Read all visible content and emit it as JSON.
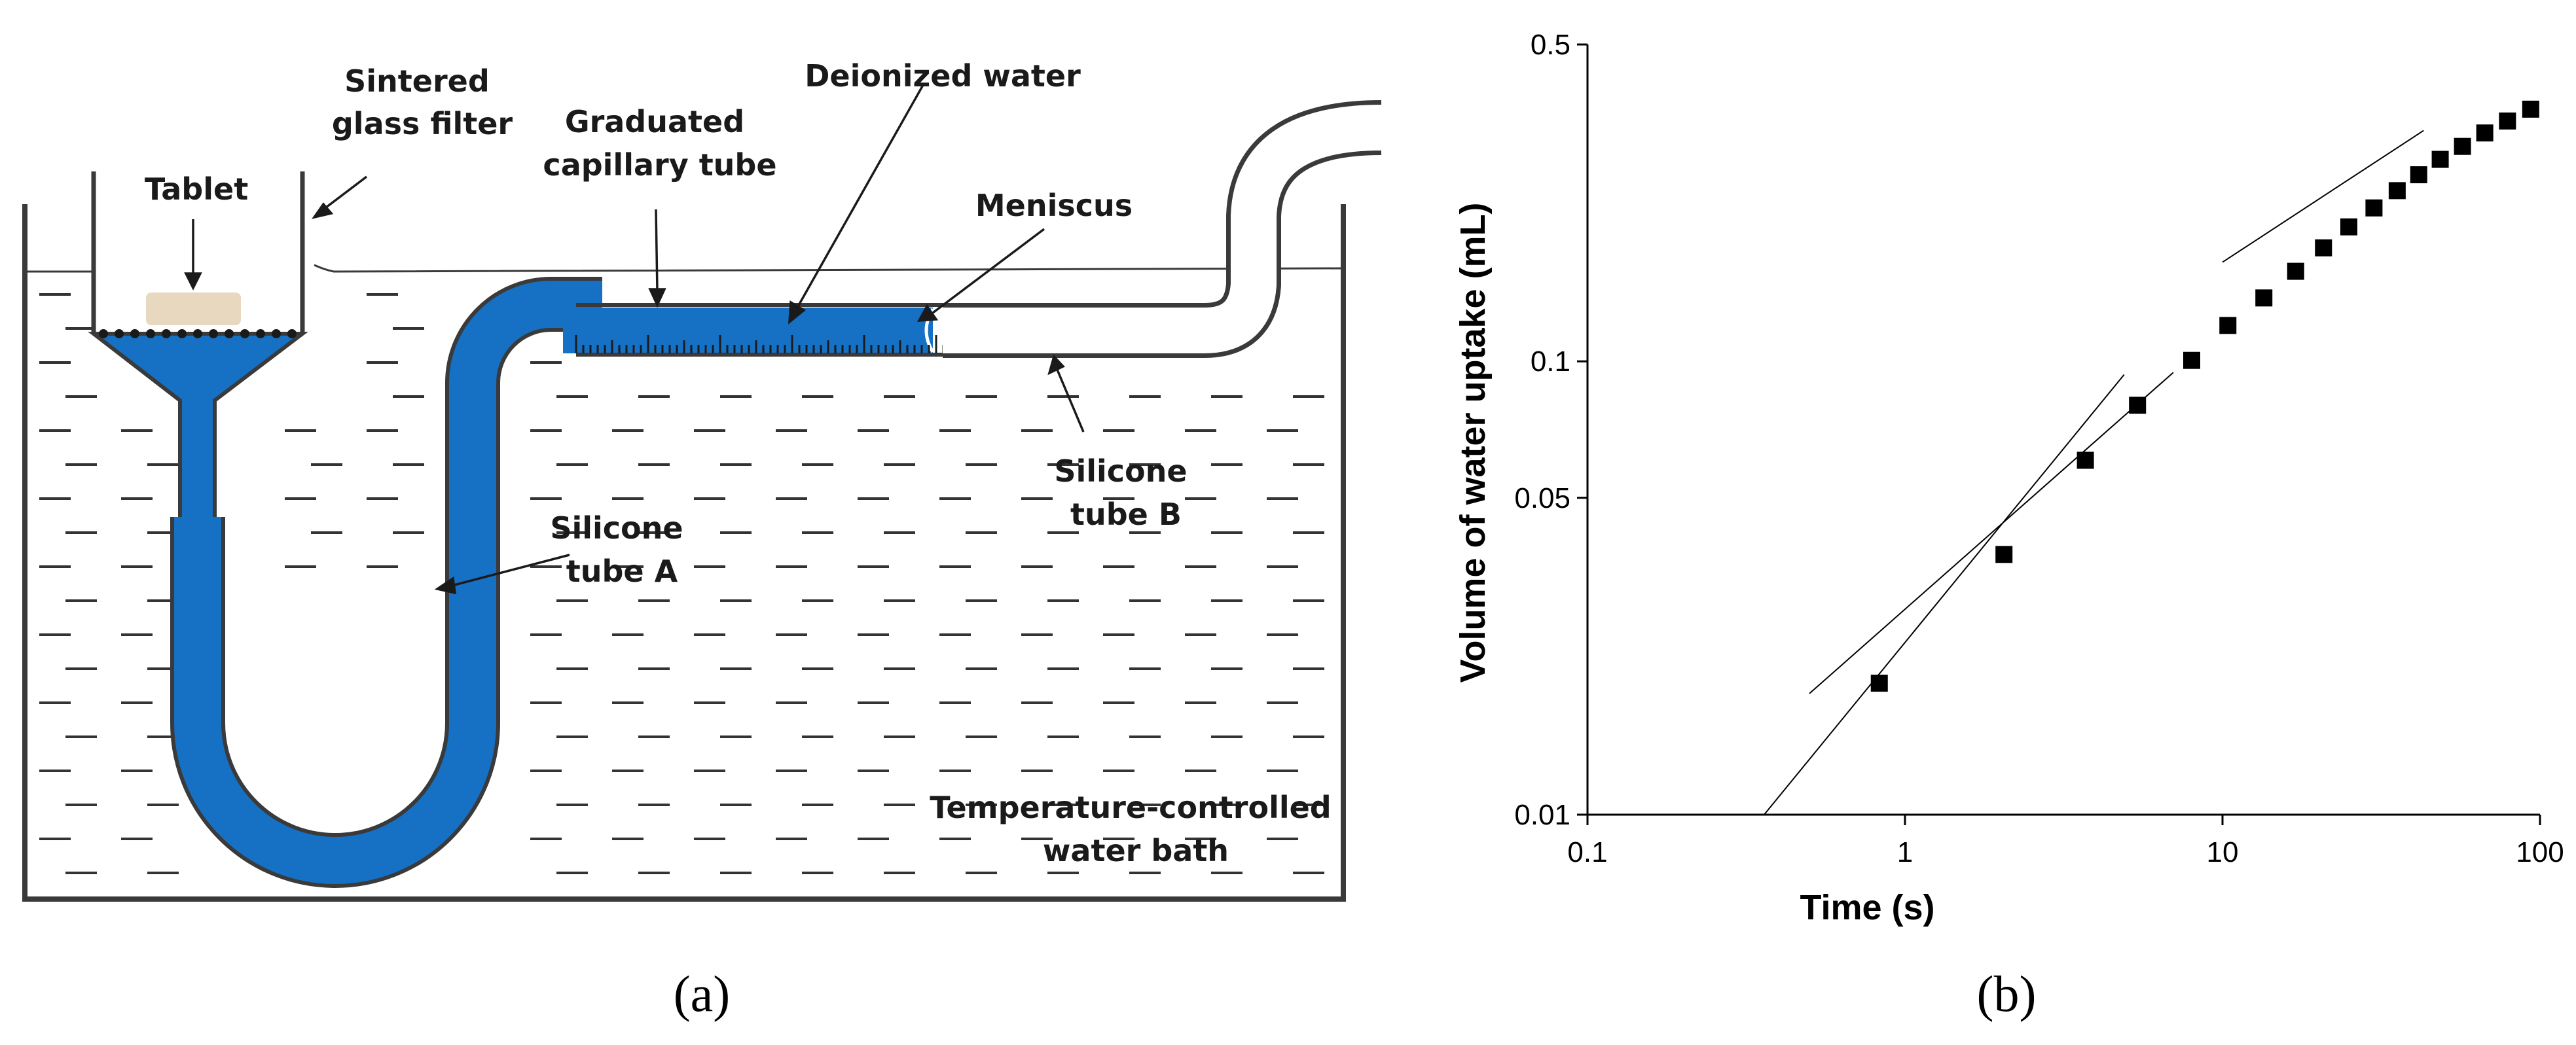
{
  "diagram": {
    "labels": {
      "sintered_filter": [
        "Sintered",
        "glass filter"
      ],
      "tablet": "Tablet",
      "graduated_tube": [
        "Graduated",
        "capillary tube"
      ],
      "deionized_water": "Deionized water",
      "meniscus": "Meniscus",
      "silicone_b": [
        "Silicone",
        "tube B"
      ],
      "silicone_a": [
        "Silicone",
        "tube A"
      ],
      "water_bath": [
        "Temperature-controlled",
        "water bath"
      ]
    },
    "colors": {
      "tube_fill": "#1670c4",
      "tablet": "#e8d8c0",
      "outline": "#3a3a3a"
    },
    "panel_label": "(a)"
  },
  "chart_data": {
    "type": "scatter",
    "xscale": "log",
    "yscale": "log",
    "xlim": [
      0.1,
      100
    ],
    "ylim": [
      0.01,
      0.5
    ],
    "xlabel": "Time (s)",
    "ylabel": "Volume of water uptake (mL)",
    "xticks": [
      0.1,
      1,
      10,
      100
    ],
    "xtick_labels": [
      "0.1",
      "1",
      "10",
      "100"
    ],
    "yticks": [
      0.01,
      0.05,
      0.1,
      0.5
    ],
    "ytick_labels": [
      "0.01",
      "0.05",
      "0.1",
      "0.5"
    ],
    "grid": false,
    "marker": "square",
    "color": "#000000",
    "points": [
      {
        "x": 0.83,
        "y": 0.0195
      },
      {
        "x": 2.05,
        "y": 0.0375
      },
      {
        "x": 3.7,
        "y": 0.0605
      },
      {
        "x": 5.4,
        "y": 0.08
      },
      {
        "x": 8.0,
        "y": 0.1005
      },
      {
        "x": 10.4,
        "y": 0.12
      },
      {
        "x": 13.5,
        "y": 0.138
      },
      {
        "x": 17.0,
        "y": 0.158
      },
      {
        "x": 20.8,
        "y": 0.178
      },
      {
        "x": 25.0,
        "y": 0.198
      },
      {
        "x": 30.0,
        "y": 0.218
      },
      {
        "x": 35.5,
        "y": 0.238
      },
      {
        "x": 41.5,
        "y": 0.258
      },
      {
        "x": 48.5,
        "y": 0.279
      },
      {
        "x": 57.0,
        "y": 0.298
      },
      {
        "x": 67.0,
        "y": 0.319
      },
      {
        "x": 79.0,
        "y": 0.339
      },
      {
        "x": 93.5,
        "y": 0.36
      }
    ],
    "fit_lines": [
      {
        "from": [
          0.36,
          0.01
        ],
        "to": [
          4.9,
          0.0935
        ]
      },
      {
        "from": [
          0.5,
          0.0185
        ],
        "to": [
          7.0,
          0.0945
        ]
      },
      {
        "from": [
          10.0,
          0.1655
        ],
        "to": [
          43.0,
          0.323
        ]
      }
    ],
    "panel_label": "(b)"
  }
}
